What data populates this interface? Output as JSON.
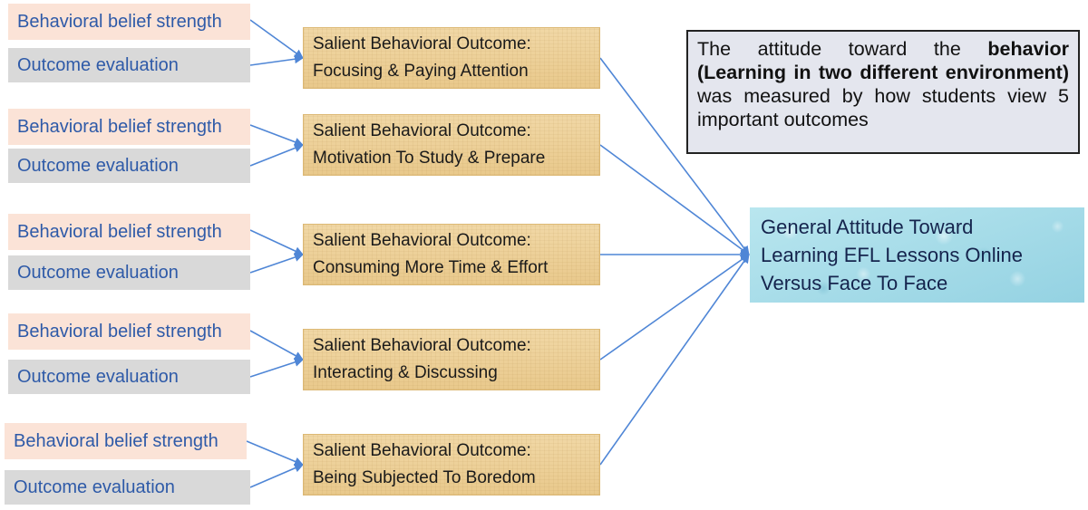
{
  "note": {
    "part1": "The attitude toward the ",
    "bold1": "behavior (Learning in two different environment)",
    "part2": " was measured by how students view 5 important outcomes"
  },
  "general_attitude": {
    "line1": "General Attitude Toward",
    "line2": "Learning EFL Lessons Online",
    "line3": "Versus  Face To Face"
  },
  "groups": [
    {
      "belief": "Behavioral belief strength",
      "evaluation": "Outcome evaluation",
      "outcome_prefix": "Salient Behavioral Outcome:",
      "outcome": "Focusing & Paying Attention"
    },
    {
      "belief": "Behavioral belief strength",
      "evaluation": "Outcome evaluation",
      "outcome_prefix": "Salient Behavioral Outcome:",
      "outcome": "Motivation To Study & Prepare"
    },
    {
      "belief": "Behavioral belief strength",
      "evaluation": "Outcome evaluation",
      "outcome_prefix": "Salient Behavioral Outcome:",
      "outcome": "Consuming More Time & Effort"
    },
    {
      "belief": "Behavioral belief strength",
      "evaluation": "Outcome evaluation",
      "outcome_prefix": "Salient Behavioral Outcome:",
      "outcome": "Interacting & Discussing"
    },
    {
      "belief": "Behavioral belief strength",
      "evaluation": "Outcome evaluation",
      "outcome_prefix": "Salient Behavioral Outcome:",
      "outcome": "Being Subjected To Boredom"
    }
  ],
  "colors": {
    "arrow": "#4f86d6",
    "belief_bg": "#fbe3d7",
    "evaluation_bg": "#d9d9d9",
    "label_text": "#2e5aa8",
    "outcome_bg": "#eed29c",
    "general_bg": "#a8dde9",
    "note_bg": "#e4e6ee"
  }
}
